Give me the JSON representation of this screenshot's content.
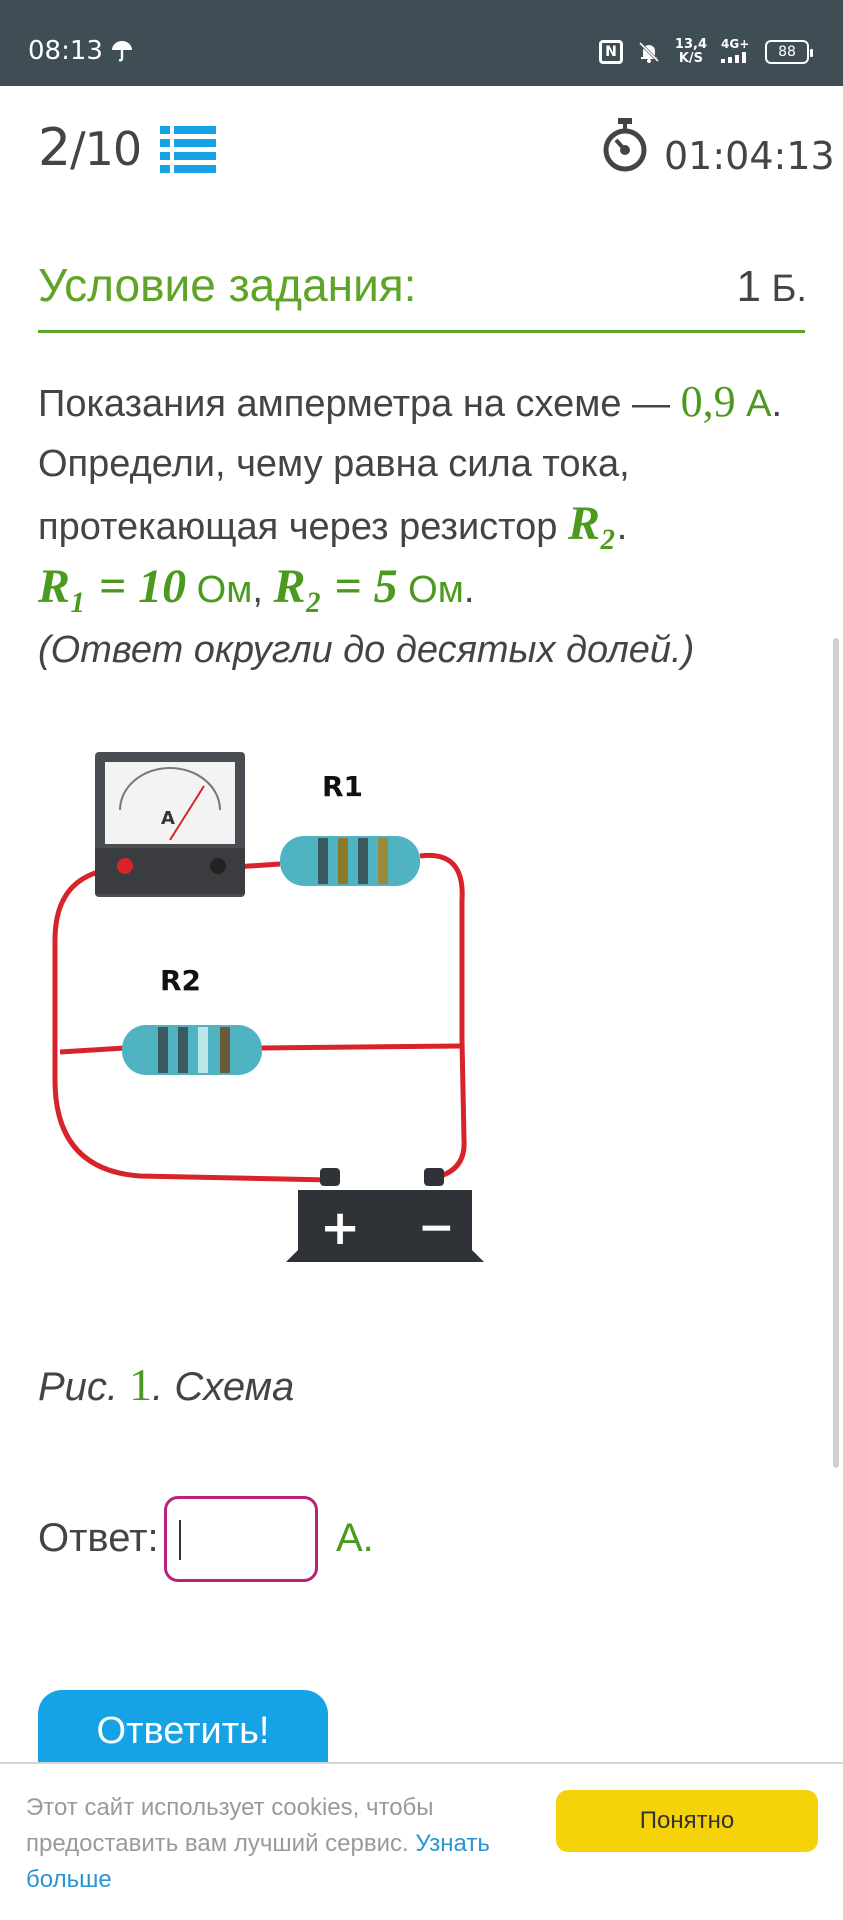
{
  "status_bar": {
    "time": "08:13",
    "speed_top": "13,4",
    "speed_bottom": "K/S",
    "network": "4G+",
    "battery": "88",
    "icons": [
      "umbrella-icon",
      "nfc-icon",
      "bell-off-icon",
      "signal-icon",
      "battery-icon"
    ]
  },
  "header": {
    "counter_current": "2",
    "counter_total": "/10",
    "timer": "01:04:13",
    "icons": [
      "list-icon",
      "stopwatch-icon"
    ]
  },
  "task": {
    "title": "Условие задания:",
    "points_num": "1",
    "points_unit": " Б.",
    "line1_text": "Показания амперметра на схеме — ",
    "line1_value": "0,9",
    "line1_unit": " А",
    "line1_end": ".",
    "line2": "Определи, чему равна сила тока,",
    "line3_text": "протекающая через резистор ",
    "line3_var": "R₂",
    "line3_end": ".",
    "line4_r1": "R₁ = 10",
    "line4_u1": " Ом",
    "line4_sep": ", ",
    "line4_r2": "R₂ = 5",
    "line4_u2": " Ом",
    "line4_end": ".",
    "line5": "(Ответ округли до десятых долей.)"
  },
  "figure": {
    "caption_pre": "Рис. ",
    "caption_num": "1",
    "caption_post": ". Схема",
    "ammeter_label": "A",
    "r1_label": "R1",
    "r2_label": "R2",
    "battery_plus": "+",
    "battery_minus": "−",
    "colors": {
      "wire": "#d8232a",
      "resistor": "#4fb3c2",
      "battery": "#2f3237"
    }
  },
  "answer": {
    "label": "Ответ:",
    "value": "",
    "unit": "А."
  },
  "submit": {
    "label": "Ответить!"
  },
  "cookie": {
    "text": "Этот сайт использует cookies, чтобы предоставить вам лучший сервис. ",
    "link": "Узнать больше",
    "button": "Понятно"
  },
  "colors": {
    "accent_green": "#5ea426",
    "button_blue": "#15a3e6",
    "input_border": "#b8237a",
    "cookie_button": "#f5d20a",
    "status_bar": "#3f4d55"
  }
}
